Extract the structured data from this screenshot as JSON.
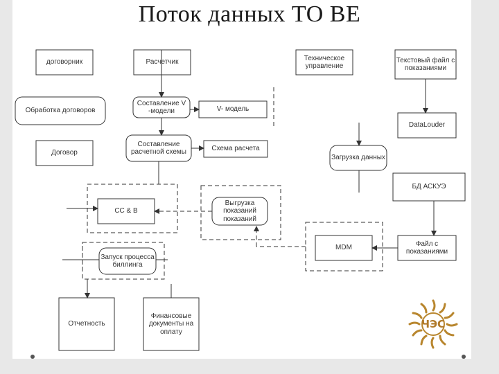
{
  "title": "Поток данных ТО ВЕ",
  "nodes": {
    "dogovorniki": "договорник",
    "raschetchik": "Расчетчик",
    "tech_upravlenie": "Техническое управление",
    "text_file": "Текстовый файл с показаниями",
    "obrabotka_dogovorov": "Обработка договоров",
    "sostavlenie_v_modeli": "Составление V -модели",
    "v_model": "V- модель",
    "datalouder": "DataLouder",
    "sostavlenie_schemy": "Составление расчетной схемы",
    "dogovor": "Договор",
    "schema_rascheta": "Схема расчета",
    "zagruzka_dannyh": "Загрузка данных",
    "bd_askue": "БД АСКУЭ",
    "ccb": "CC & B",
    "vygruzka": "Выгрузка показаний показаний",
    "mdm": "MDM",
    "file_pokazaniya": "Файл с показаниями",
    "zapusk_billinga": "Запуск процесса биллинга",
    "otchetnost": "Отчетность",
    "fin_docs": "Финансовые документы на оплату"
  },
  "logo": {
    "text": "ЧЭС",
    "color": "#b07a2a"
  },
  "colors": {
    "line": "#333333",
    "logo": "#b8862e"
  }
}
